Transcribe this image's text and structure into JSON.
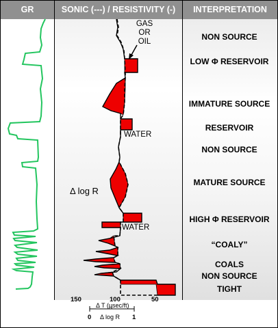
{
  "header": {
    "gr": "GR",
    "sonic_resistivity": "SONIC (---) / RESISTIVITY (-)",
    "interpretation": "INTERPRETATION"
  },
  "annotations": {
    "gas_or_oil_line1": "GAS",
    "gas_or_oil_line2": "OR",
    "gas_or_oil_line3": "OIL",
    "water_upper": "WATER",
    "water_lower": "WATER",
    "delta_log_r": "Δ log R"
  },
  "interpretations": [
    "NON SOURCE",
    "LOW  Φ RESERVOIR",
    "IMMATURE SOURCE",
    "RESERVOIR",
    "NON SOURCE",
    "MATURE SOURCE",
    "HIGH  Φ RESERVOIR",
    "“COALY”",
    "COALS",
    "NON SOURCE",
    "TIGHT"
  ],
  "scale": {
    "sonic_ticks": [
      "150",
      "100",
      "50"
    ],
    "sonic_label": "Δ T (μsec/ft)",
    "res_min": "0",
    "res_label": "Δ log R",
    "res_max": "1"
  },
  "colors": {
    "gr_curve": "#22c55e",
    "fill": "#ee0000",
    "header_bg": "#909090"
  }
}
